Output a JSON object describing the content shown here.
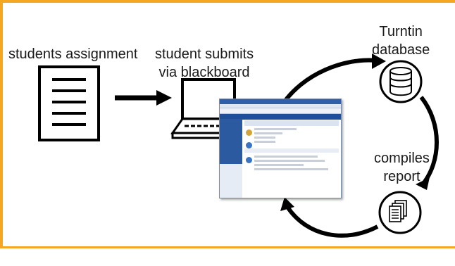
{
  "labels": {
    "students_assignment": "students assignment",
    "student_submits_line1": "student submits",
    "student_submits_line2": "via blackboard",
    "turnitin_line1": "Turntin",
    "turnitin_line2": "database",
    "compiles_line1": "compiles",
    "compiles_line2": "report"
  },
  "colors": {
    "frame_border": "#f5a623",
    "stroke": "#000000"
  },
  "icons": {
    "document": "document-icon",
    "computer": "computer-icon",
    "database": "database-icon",
    "report": "report-icon",
    "screenshot": "blackboard-screenshot"
  }
}
